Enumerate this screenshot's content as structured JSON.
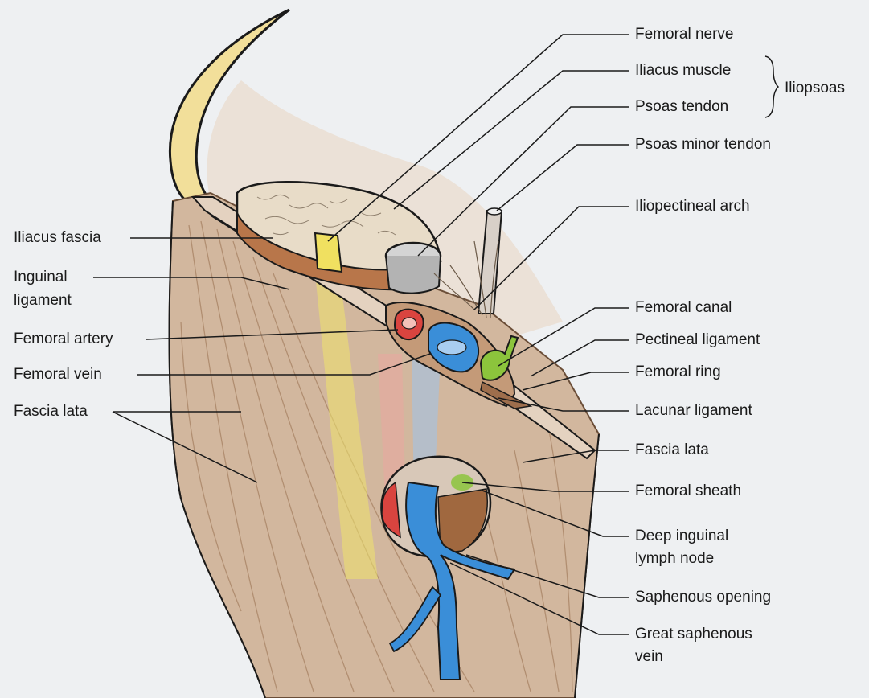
{
  "labels": {
    "femoral_nerve": "Femoral nerve",
    "iliacus_muscle": "Iliacus muscle",
    "psoas_tendon": "Psoas tendon",
    "iliopsoas": "Iliopsoas",
    "psoas_minor_tendon": "Psoas minor tendon",
    "iliopectineal_arch": "Iliopectineal arch",
    "femoral_canal": "Femoral canal",
    "pectineal_ligament": "Pectineal ligament",
    "femoral_ring": "Femoral ring",
    "lacunar_ligament": "Lacunar ligament",
    "fascia_lata_right": "Fascia lata",
    "femoral_sheath": "Femoral sheath",
    "deep_inguinal_lymph_node_line1": "Deep inguinal",
    "deep_inguinal_lymph_node_line2": "lymph node",
    "saphenous_opening": "Saphenous opening",
    "great_saphenous_vein_line1": "Great saphenous",
    "great_saphenous_vein_line2": "vein",
    "iliacus_fascia": "Iliacus fascia",
    "inguinal_ligament_line1": "Inguinal",
    "inguinal_ligament_line2": "ligament",
    "femoral_artery": "Femoral artery",
    "femoral_vein": "Femoral vein",
    "fascia_lata_left": "Fascia lata"
  },
  "colors": {
    "background": "#eef0f2",
    "fascia": "#d2b79e",
    "fascia_dark": "#a98566",
    "muscle_cut": "#b8764a",
    "bone": "#f2df9a",
    "nerve": "#f0e060",
    "artery": "#d9443f",
    "vein": "#3a8ed8",
    "lymph_node": "#8cc43c",
    "tendon": "#d4d4d4"
  }
}
